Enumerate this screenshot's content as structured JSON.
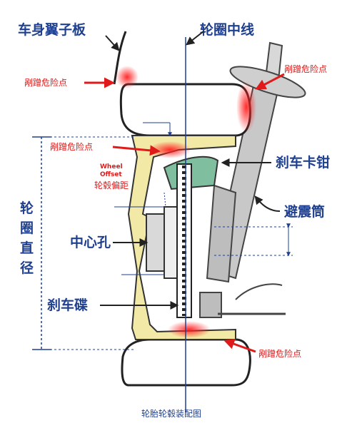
{
  "labels": {
    "fender": "车身翼子板",
    "wheel_centerline": "轮圈中线",
    "scrape_top_left": "剐蹭危险点",
    "scrape_top_right": "剐蹭危险点",
    "scrape_mid": "剐蹭危险点",
    "scrape_bottom": "剐蹭危险点",
    "brake_caliper": "刹车卡钳",
    "shock_absorber": "避震筒",
    "wheel_offset_en_1": "Wheel",
    "wheel_offset_en_2": "Offset",
    "wheel_offset_cn": "轮毂偏距",
    "rim_diameter_1": "轮",
    "rim_diameter_2": "圈",
    "rim_diameter_3": "直",
    "rim_diameter_4": "径",
    "center_bore": "中心孔",
    "brake_disc": "刹车碟",
    "caption": "轮胎轮毂装配图"
  },
  "colors": {
    "label_blue": "#1f3f8f",
    "danger_red": "#e01a1a",
    "rim_yellow": "#f3e9a6",
    "caliper_green": "#7fbfa0",
    "strut_gray": "#c8c8c8"
  }
}
